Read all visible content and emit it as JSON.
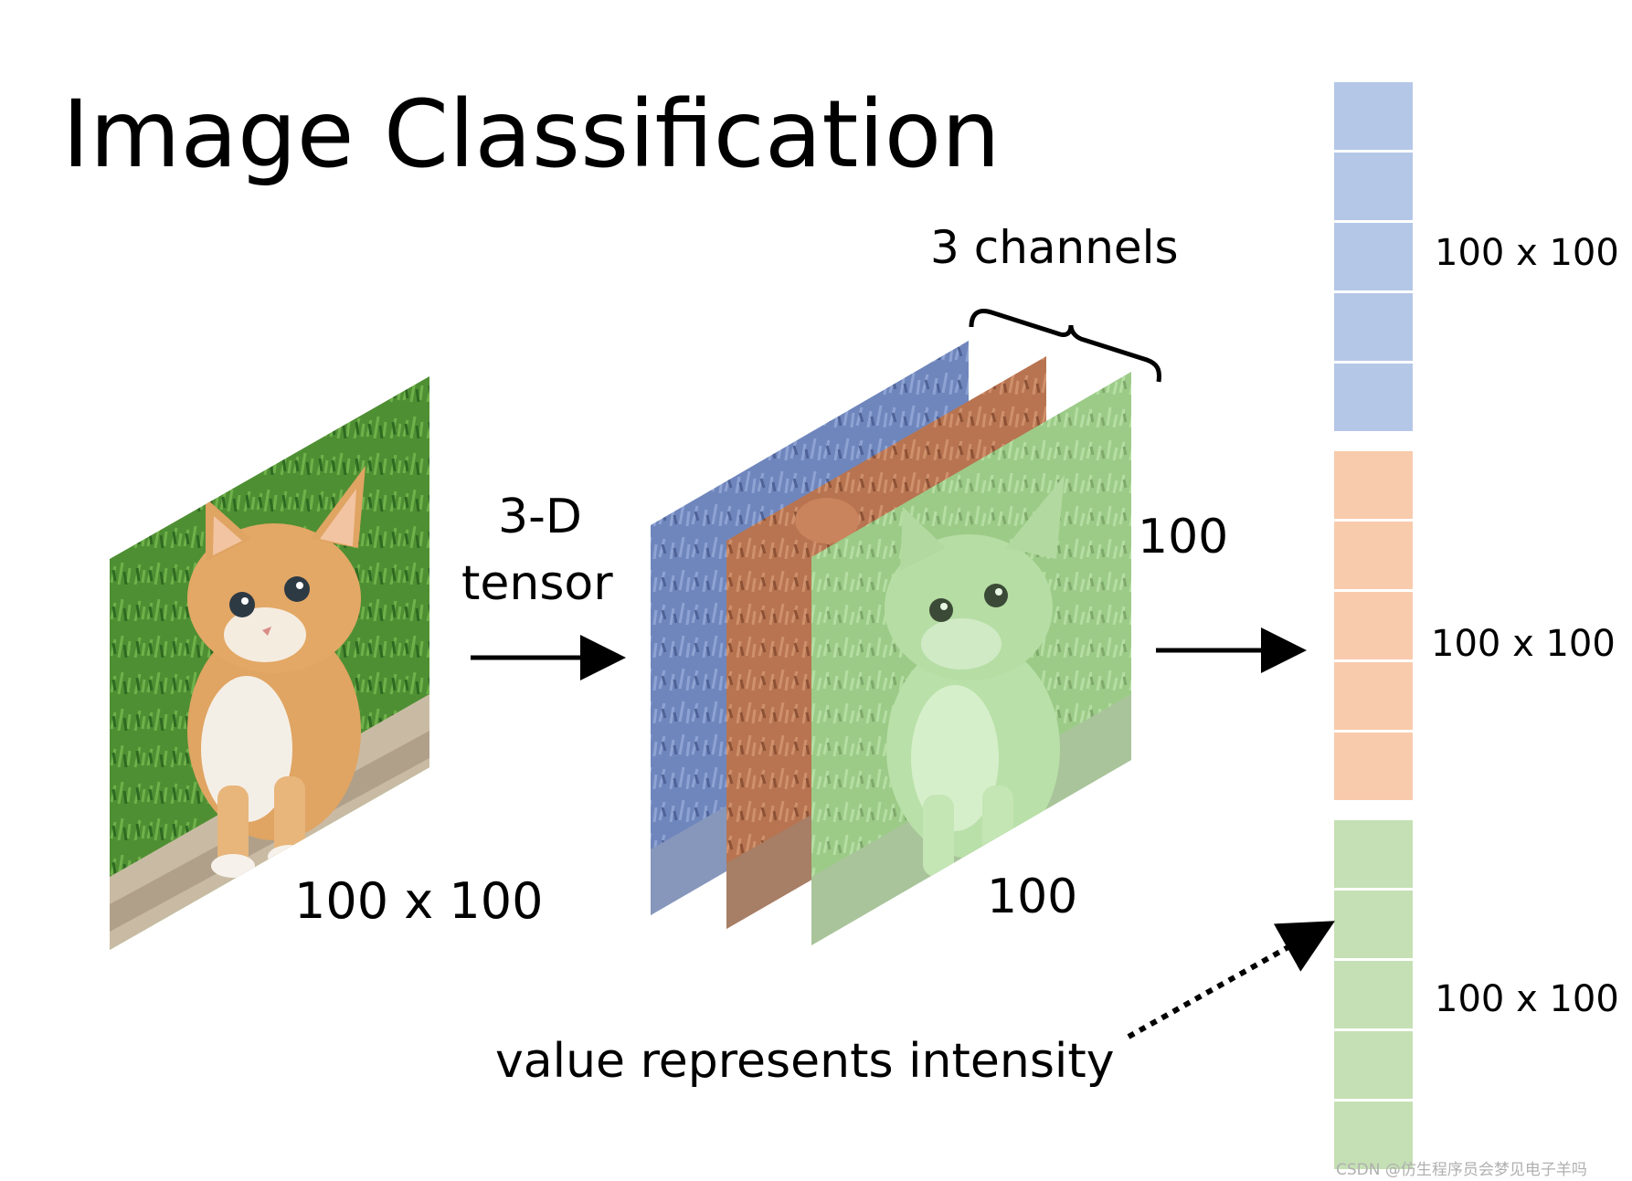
{
  "title": "Image Classification",
  "input_image": {
    "size_label": "100 x 100",
    "colors": {
      "grass": "#4f8f33",
      "fur": "#e0a463",
      "stone": "#c9bba3"
    }
  },
  "tensor_label": {
    "line1": "3-D",
    "line2": "tensor"
  },
  "channels": {
    "label": "3 channels",
    "height_label": "100",
    "width_label": "100",
    "colors": {
      "blue": "#6f86bd",
      "orange": "#b87450",
      "green": "#9fd08c"
    }
  },
  "vector": {
    "segments": [
      {
        "name": "blue",
        "color": "#b4c7e7",
        "label": "100 x 100",
        "cells": 5
      },
      {
        "name": "orange",
        "color": "#f8cbad",
        "label": "100 x 100",
        "cells": 5
      },
      {
        "name": "green",
        "color": "#c5e0b4",
        "label": "100 x 100",
        "cells": 5
      }
    ]
  },
  "annotation": "value represents intensity",
  "watermark": "CSDN @仿生程序员会梦见电子羊吗"
}
